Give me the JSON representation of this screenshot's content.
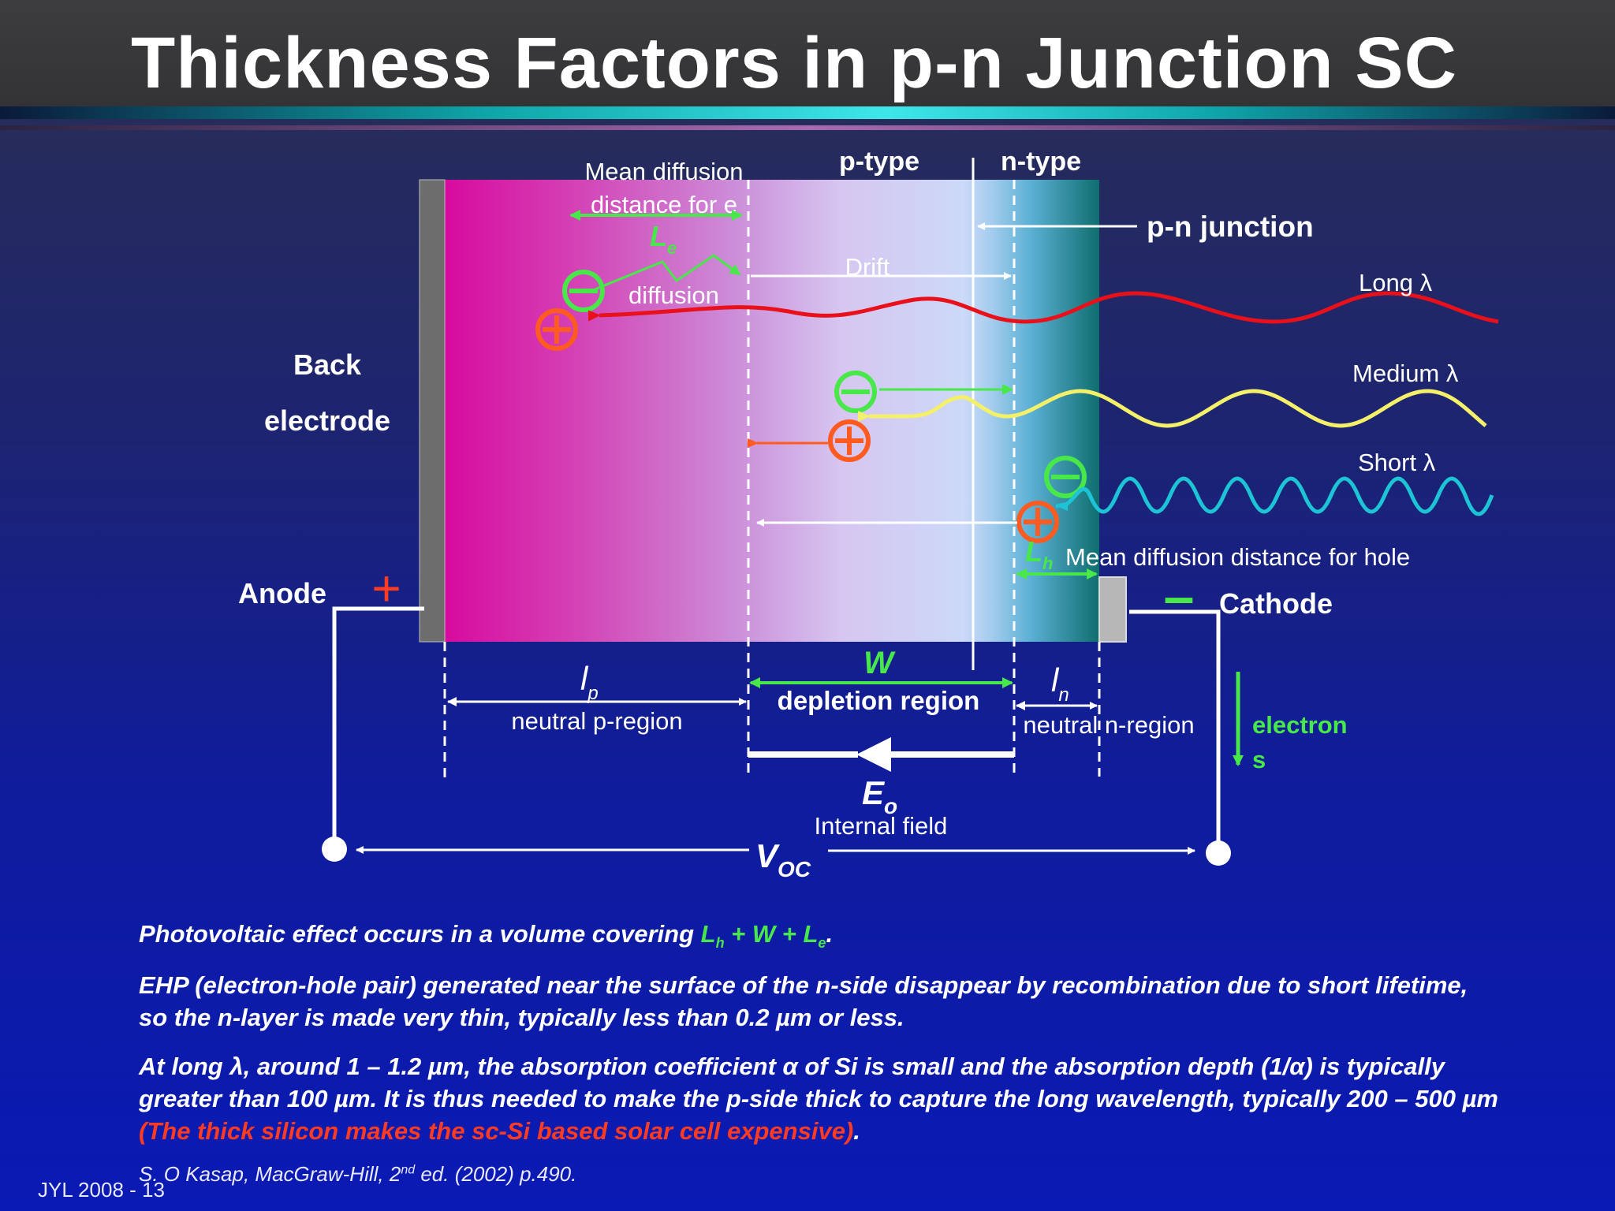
{
  "title": "Thickness Factors in p-n Junction SC",
  "diagram": {
    "mean_diffusion_e_1": "Mean diffusion",
    "mean_diffusion_e_2": "distance for e",
    "le_symbol": "L",
    "le_sub": "e",
    "diffusion": "diffusion",
    "drift": "Drift",
    "p_type": "p-type",
    "n_type": "n-type",
    "pn_junction": "p-n junction",
    "long_lambda": "Long λ",
    "medium_lambda": "Medium λ",
    "short_lambda": "Short  λ",
    "back_electrode_1": "Back",
    "back_electrode_2": "electrode",
    "anode": "Anode",
    "cathode": "Cathode",
    "plus_sign": "+",
    "minus_sign": "–",
    "lh_symbol": "L",
    "lh_sub": "h",
    "mean_diffusion_hole": "Mean diffusion distance for hole",
    "lp_symbol": "l",
    "lp_sub": "p",
    "neutral_p": "neutral p-region",
    "w_symbol": "W",
    "depletion": "depletion region",
    "ln_symbol": "l",
    "ln_sub": "n",
    "neutral_n": "neutral n-region",
    "electrons_1": "electron",
    "electrons_2": "s",
    "eo_symbol": "E",
    "eo_sub": "o",
    "internal_field": "Internal field",
    "voc_symbol": "V",
    "voc_sub": "OC"
  },
  "notes": {
    "p1_prefix": "Photovoltaic effect occurs in a volume covering ",
    "p1_lh": "L",
    "p1_lh_sub": "h",
    "p1_mid": " + W + ",
    "p1_le": "L",
    "p1_le_sub": "e",
    "p1_suffix": ".",
    "p2": "EHP (electron-hole pair) generated near the surface of the n-side disappear by recombination due to short lifetime, so the n-layer is made very thin, typically less than 0.2 µm or less.",
    "p3_main": "At long λ, around 1 – 1.2 µm, the absorption coefficient α of Si is small and the absorption depth (1/α) is typically greater than 100 µm.  It is thus needed to make the p-side thick to capture the long wavelength, typically 200 – 500 µm ",
    "p3_red": "(The thick silicon makes the sc-Si based solar cell expensive)",
    "p3_end": "."
  },
  "citation_prefix": "S. O Kasap, MacGraw-Hill, 2",
  "citation_sup": "nd",
  "citation_suffix": " ed. (2002) p.490.",
  "footer": "JYL 2008 - 13",
  "colors": {
    "electron_green": "#49e84a",
    "hole_orange": "#ff5a1f",
    "long_red": "#e8101a",
    "medium_yellow": "#f4f06a",
    "short_cyan": "#1cc4d6"
  }
}
